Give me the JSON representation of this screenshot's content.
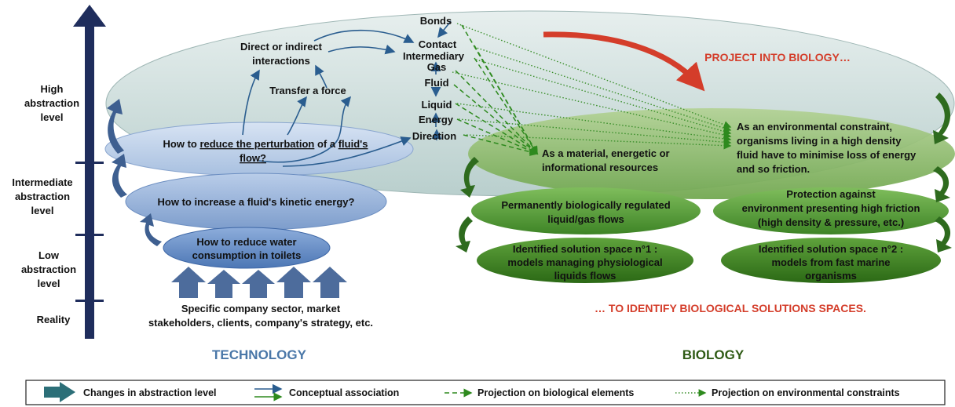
{
  "axis": {
    "levels": [
      {
        "lines": [
          "High",
          "abstraction",
          "level"
        ]
      },
      {
        "lines": [
          "Intermediate",
          "abstraction",
          "level"
        ]
      },
      {
        "lines": [
          "Low",
          "abstraction",
          "level"
        ]
      },
      {
        "lines": [
          "Reality"
        ]
      }
    ]
  },
  "technology": {
    "title": "TECHNOLOGY",
    "reality_text": [
      "Specific company sector, market",
      "stakeholders, clients, company's strategy, etc."
    ],
    "low_question": [
      "How to reduce water",
      "consumption in toilets"
    ],
    "intermediate_question": "How to increase a fluid's kinetic energy?",
    "high_question": {
      "prefix": "How to ",
      "underline1": "reduce the perturbation",
      "middle": " of a ",
      "underline2": "fluid's",
      "line2": "flow?"
    }
  },
  "concepts": {
    "direct_indirect": [
      "Direct or indirect",
      "interactions"
    ],
    "transfer_force": "Transfer a force",
    "bonds": "Bonds",
    "contact": "Contact",
    "intermediary": "Intermediary",
    "gas": "Gas",
    "fluid": "Fluid",
    "liquid": "Liquid",
    "energy": "Energy",
    "direction": "Direction"
  },
  "biology": {
    "title": "BIOLOGY",
    "project_text": "PROJECT INTO BIOLOGY…",
    "identify_text": "… TO IDENTIFY BIOLOGICAL SOLUTIONS SPACES.",
    "material_resources": [
      "As a material, energetic or",
      "informational resources"
    ],
    "environmental_constraint": [
      "As an environmental constraint,",
      "organisms living in a high density",
      "fluid have to minimise loss of energy",
      "and so friction."
    ],
    "regulated_flows": [
      "Permanently biologically regulated",
      "liquid/gas flows"
    ],
    "protection": [
      "Protection against",
      "environment presenting high friction",
      "(high density & pressure, etc.)"
    ],
    "solution_space_1": [
      "Identified solution space n°1 :",
      "models managing physiological",
      "liquids flows"
    ],
    "solution_space_2": [
      "Identified solution space n°2 :",
      "models from fast marine",
      "organisms"
    ]
  },
  "legend": {
    "changes": "Changes in abstraction level",
    "conceptual": "Conceptual association",
    "projection_bio": "Projection on biological elements",
    "projection_env": "Projection on environmental constraints"
  },
  "colors": {
    "axis_blue": "#1f2d5c",
    "tech_blue": "#2a5d8f",
    "tech_title": "#4a77a8",
    "bio_green": "#2e6b1e",
    "bio_title": "#2e5a14",
    "accent_red": "#d43d2a"
  }
}
